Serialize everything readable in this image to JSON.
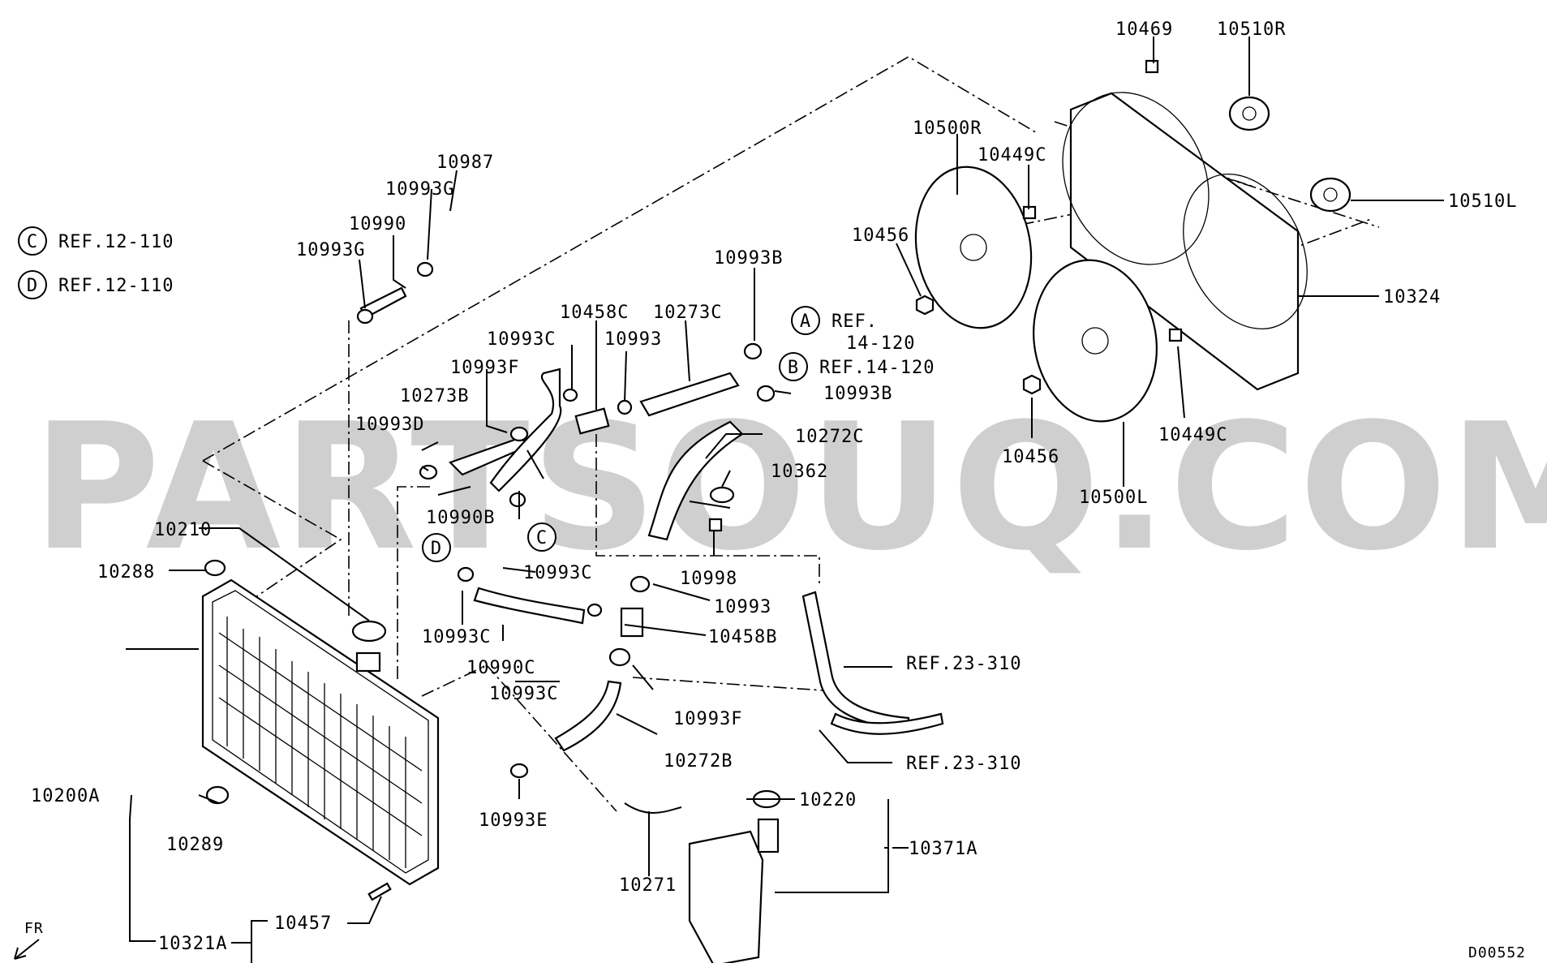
{
  "watermark": "PARTSOUQ.COM",
  "diagram_code": "D00552",
  "direction_label": "FR",
  "references": [
    {
      "key": "C",
      "text": "REF.12-110"
    },
    {
      "key": "D",
      "text": "REF.12-110"
    }
  ],
  "callout_refs": {
    "a_letter": "A",
    "a_text1": "REF.",
    "a_text2": "14-120",
    "b_letter": "B",
    "b_text": "REF.14-120",
    "c_letter": "C",
    "d_letter": "D",
    "ref_23_310_upper": "REF.23-310",
    "ref_23_310_lower": "REF.23-310"
  },
  "parts": {
    "p10469": "10469",
    "p10510R": "10510R",
    "p10500R": "10500R",
    "p10449C_top": "10449C",
    "p10510L": "10510L",
    "p10456_top": "10456",
    "p10324": "10324",
    "p10449C_bot": "10449C",
    "p10456_bot": "10456",
    "p10500L": "10500L",
    "p10987": "10987",
    "p10993G_top": "10993G",
    "p10990": "10990",
    "p10993G_bot": "10993G",
    "p10458C": "10458C",
    "p10273C": "10273C",
    "p10993B_top": "10993B",
    "p10993C_a": "10993C",
    "p10993_a": "10993",
    "p10993F_a": "10993F",
    "p10273B": "10273B",
    "p10993D": "10993D",
    "p10993B_bot": "10993B",
    "p10272C": "10272C",
    "p10362": "10362",
    "p10990B": "10990B",
    "p10993C_b": "10993C",
    "p10998": "10998",
    "p10993_b": "10993",
    "p10458B": "10458B",
    "p10210": "10210",
    "p10288": "10288",
    "p10993C_c": "10993C",
    "p10990C": "10990C",
    "p10993C_d": "10993C",
    "p10993F_b": "10993F",
    "p10272B": "10272B",
    "p10200A": "10200A",
    "p10289": "10289",
    "p10993E": "10993E",
    "p10220": "10220",
    "p10371A": "10371A",
    "p10271": "10271",
    "p10457": "10457",
    "p10321A": "10321A"
  }
}
